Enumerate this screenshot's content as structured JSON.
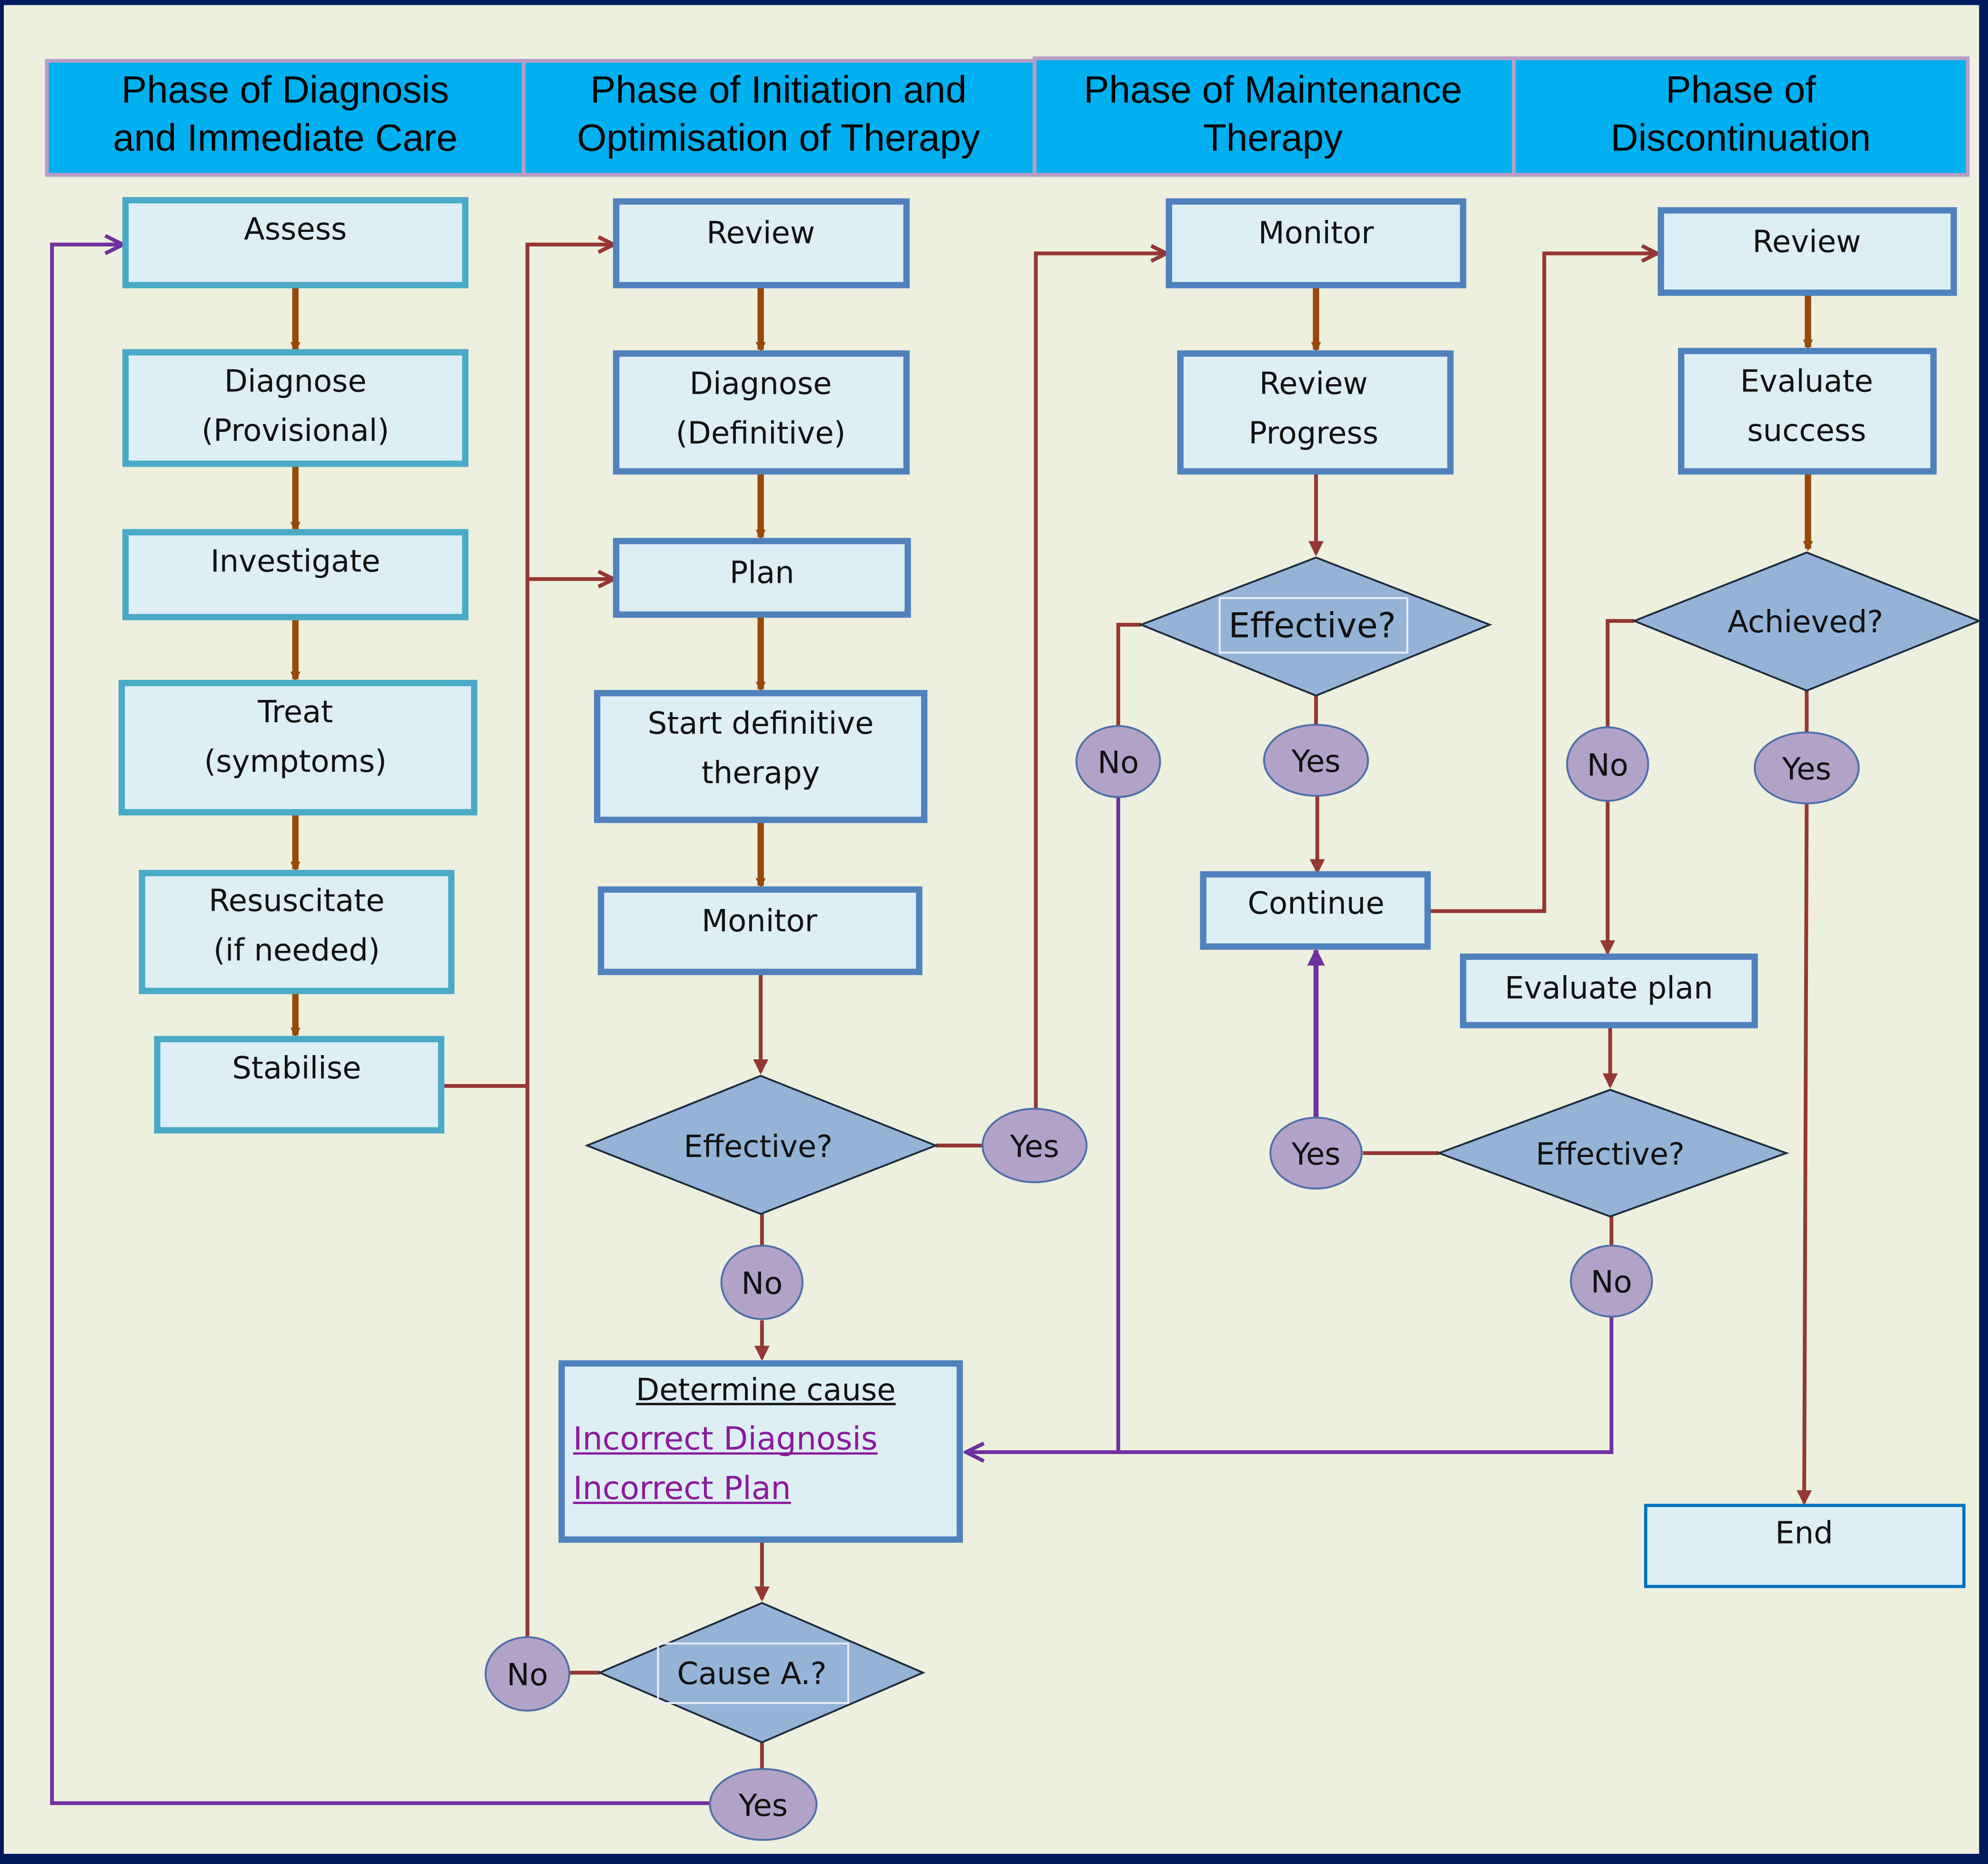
{
  "colors": {
    "frame": "#001a5e",
    "background": "#edf0de",
    "header_fill": "#00b0f0",
    "header_border": "#b89ec4",
    "box_fill": "#ddeef5",
    "box_border_teal": "#4aaac6",
    "box_border_blue": "#4f81bd",
    "diamond_fill": "#95b3d7",
    "oval_fill": "#b3a2c7",
    "arrow_brown": "#984807",
    "arrow_red": "#953735",
    "arrow_purple": "#7030a0",
    "link_purple": "#8b1a9b"
  },
  "phases": [
    {
      "line1": "Phase of Diagnosis",
      "line2": "and Immediate  Care"
    },
    {
      "line1": "Phase of Initiation and",
      "line2": "Optimisation of Therapy"
    },
    {
      "line1": "Phase of Maintenance",
      "line2": "Therapy"
    },
    {
      "line1": "Phase of",
      "line2": "Discontinuation"
    }
  ],
  "diagnosis": {
    "assess": "Assess",
    "diagnose_1": "Diagnose",
    "diagnose_2": "(Provisional)",
    "investigate": "Investigate",
    "treat_1": "Treat",
    "treat_2": "(symptoms)",
    "resuscitate_1": "Resuscitate",
    "resuscitate_2": "(if needed)",
    "stabilise": "Stabilise"
  },
  "initiation": {
    "review": "Review",
    "diagnose_1": "Diagnose",
    "diagnose_2": "(Definitive)",
    "plan": "Plan",
    "start_1": "Start definitive",
    "start_2": "therapy",
    "monitor": "Monitor",
    "effective": "Effective?",
    "yes": "Yes",
    "no": "No",
    "determine_title": "Determine cause",
    "cause_links": [
      "Incorrect Diagnosis",
      "Incorrect Plan"
    ],
    "cause_question": "Cause A.?",
    "cause_no": "No",
    "cause_yes": "Yes"
  },
  "maintenance": {
    "monitor": "Monitor",
    "review_1": "Review",
    "review_2": "Progress",
    "effective": "Effective?",
    "no": "No",
    "yes": "Yes",
    "continue": "Continue",
    "yes_lower": "Yes"
  },
  "discontinuation": {
    "review": "Review",
    "evaluate_1": "Evaluate",
    "evaluate_2": "success",
    "achieved": "Achieved?",
    "no": "No",
    "yes": "Yes",
    "evaluate_plan": "Evaluate plan",
    "effective": "Effective?",
    "no_lower": "No",
    "end": "End"
  }
}
